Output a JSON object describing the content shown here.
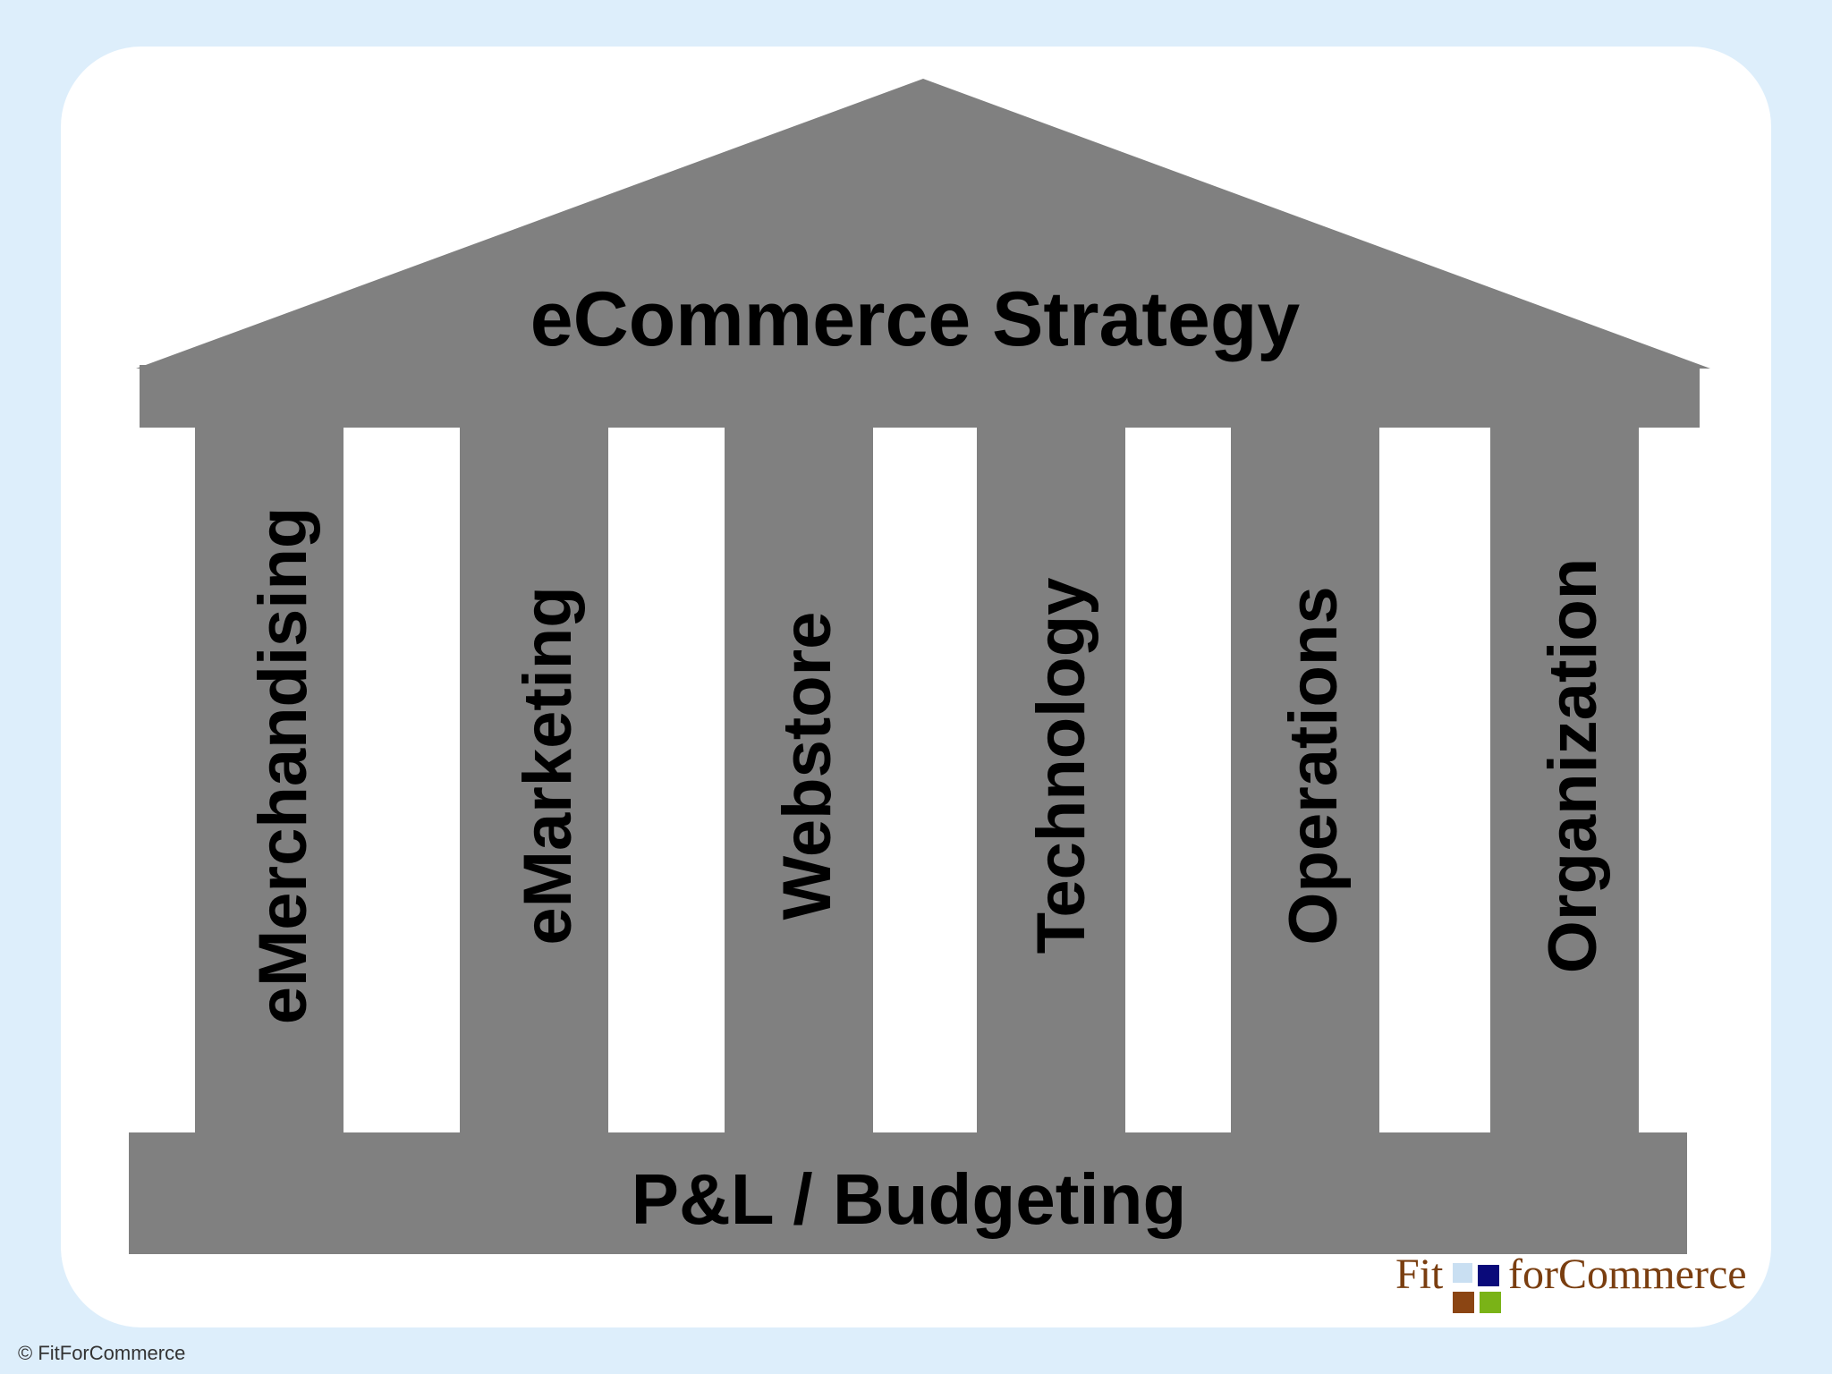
{
  "diagram": {
    "roof_label": "eCommerce Strategy",
    "pillars": [
      "eMerchandising",
      "eMarketing",
      "Webstore",
      "Technology",
      "Operations",
      "Organization"
    ],
    "base_label": "P&L / Budgeting"
  },
  "logo": {
    "text_left": "Fit",
    "text_right": "forCommerce"
  },
  "footer": {
    "copyright": "© FitForCommerce"
  },
  "colors": {
    "background": "#ddeefb",
    "structure": "#808080",
    "logo_text": "#7a3e10",
    "logo_squares": [
      "#c9dff2",
      "#0a0a7a",
      "#8b4513",
      "#7ab317"
    ]
  }
}
